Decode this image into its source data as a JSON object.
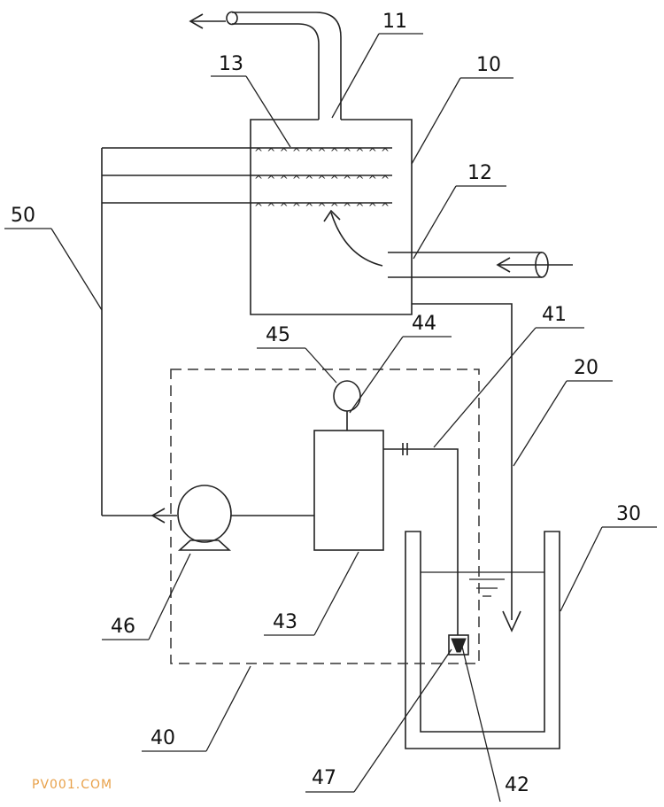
{
  "labels": {
    "l10": "10",
    "l11": "11",
    "l12": "12",
    "l13": "13",
    "l20": "20",
    "l30": "30",
    "l40": "40",
    "l41": "41",
    "l42": "42",
    "l43": "43",
    "l44": "44",
    "l45": "45",
    "l46": "46",
    "l47": "47",
    "l50": "50"
  },
  "nozzle_mark": "^",
  "watermark": "PV001.COM"
}
